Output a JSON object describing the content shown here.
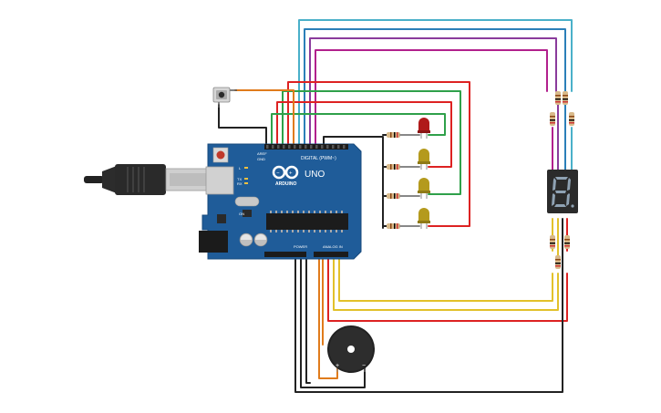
{
  "board": {
    "brand": "ARDUINO",
    "model": "UNO",
    "digital_label": "DIGITAL (PWM~)",
    "power_label": "POWER",
    "analog_label": "ANALOG IN",
    "aref": "AREF",
    "gnd": "GND",
    "tx": "TX",
    "rx": "RX",
    "l": "L",
    "on": "ON"
  },
  "buzzer": {
    "plus": "+",
    "minus": "−"
  },
  "colors": {
    "board": "#1f5c99",
    "board_edge": "#174a7c",
    "led_red": "#b01a1a",
    "led_yellow": "#b49a1d",
    "seg_body": "#2b2b2b",
    "seg_on": "#8fa2b3",
    "wire_cyan": "#4ab0c9",
    "wire_blue": "#2b7fb8",
    "wire_purple": "#8a3b9c",
    "wire_magenta": "#b2208d",
    "wire_red": "#d22",
    "wire_green": "#2fa04a",
    "wire_orange": "#e07b1c",
    "wire_yellow": "#e2c12b",
    "wire_black": "#222222"
  },
  "icons": [
    "usb-plug-icon",
    "reset-button-icon",
    "pushbutton-icon",
    "arduino-infinity-logo-icon"
  ]
}
